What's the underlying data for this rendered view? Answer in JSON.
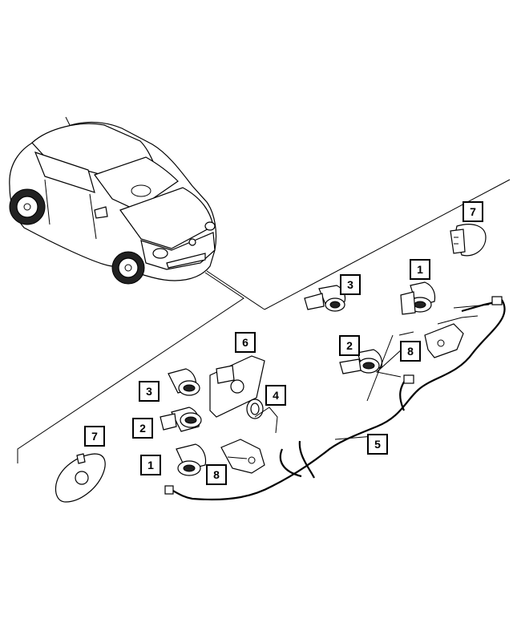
{
  "callouts": {
    "c1a": "1",
    "c1b": "1",
    "c2a": "2",
    "c2b": "2",
    "c3a": "3",
    "c3b": "3",
    "c4": "4",
    "c5": "5",
    "c6": "6",
    "c7a": "7",
    "c7b": "7",
    "c8a": "8",
    "c8b": "8"
  }
}
